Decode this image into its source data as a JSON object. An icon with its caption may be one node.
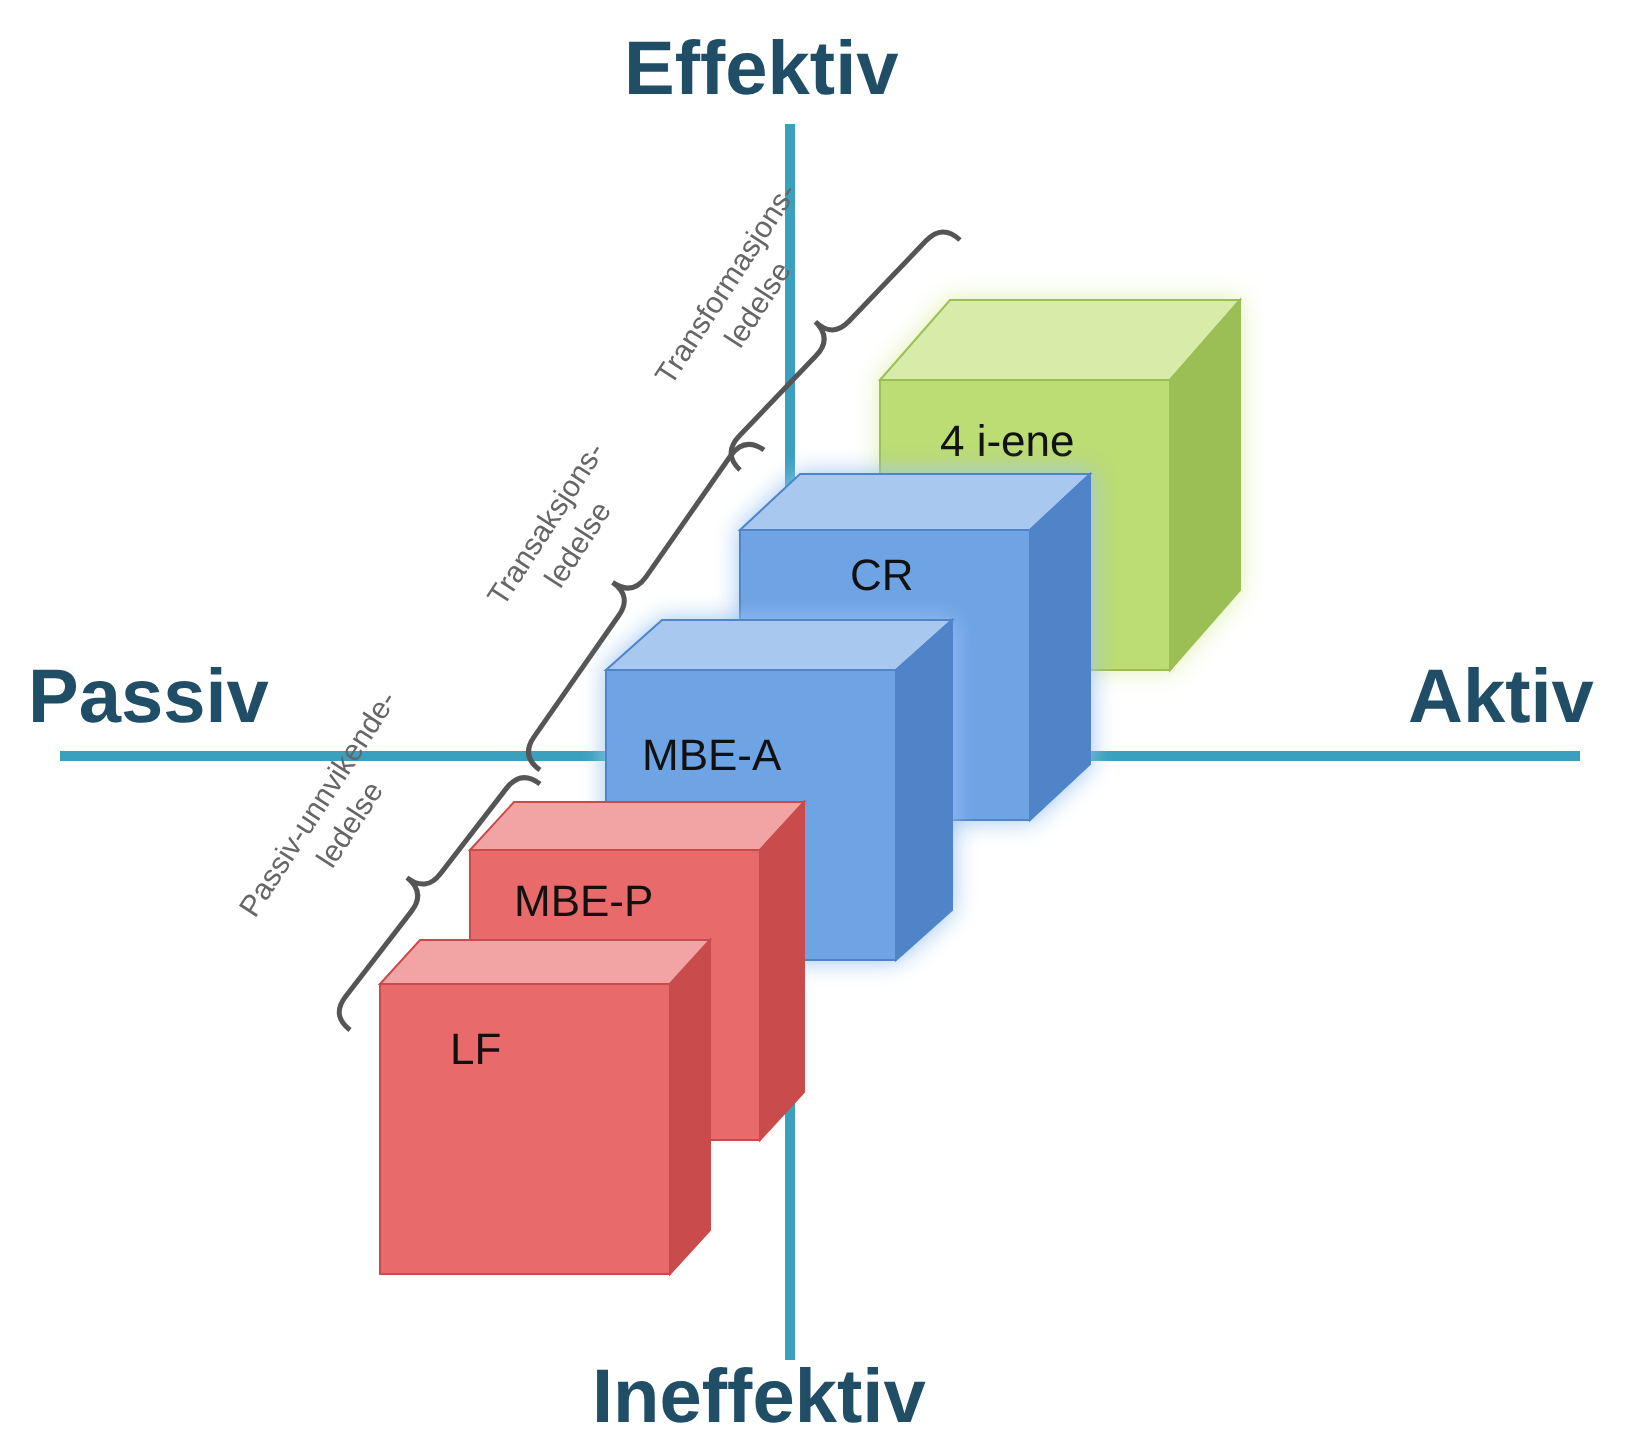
{
  "diagram": {
    "nodes": [
      {
        "text": [
          "4 i-ene"
        ]
      },
      {
        "text": [
          "CR"
        ]
      },
      {
        "text": [
          "MBE-A"
        ]
      },
      {
        "text": [
          "MBE-P"
        ]
      },
      {
        "text": [
          "LF"
        ]
      }
    ],
    "labels": [
      "Effektiv",
      "Transformasjons- ledelse",
      "Transaksjons- ledelse",
      "Passiv",
      "Aktiv",
      "Passiv-unnvikende- ledelse",
      "Ineffektiv"
    ]
  }
}
